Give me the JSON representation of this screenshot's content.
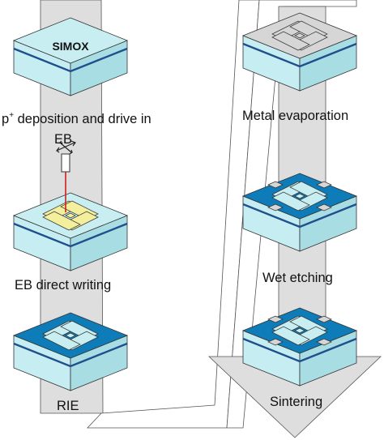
{
  "steps": {
    "simox": {
      "chip_text": "SIMOX"
    },
    "p_deposition": {
      "label_prefix": "p",
      "label_sup": "+",
      "label_rest": " deposition and drive in"
    },
    "eb_source": {
      "label": "EB"
    },
    "eb_writing": {
      "label": "EB direct writing"
    },
    "rie": {
      "label": "RIE"
    },
    "metal_evaporation": {
      "label": "Metal evaporation"
    },
    "wet_etching": {
      "label": "Wet etching"
    },
    "sintering": {
      "label": "Sintering"
    }
  },
  "colors": {
    "si_top": "#c9eef2",
    "si_side": "#d5f2f6",
    "oxide_line": "#1f4f8c",
    "substrate_front": "#c6eef2",
    "substrate_right": "#a9dde4",
    "pattern_blue": "#0d7cb8",
    "resist_yellow": "#f3ef9c",
    "metal_gray": "#d6d6d6",
    "flow_band": "#dedede",
    "eb_beam": "#cc1f1f"
  }
}
